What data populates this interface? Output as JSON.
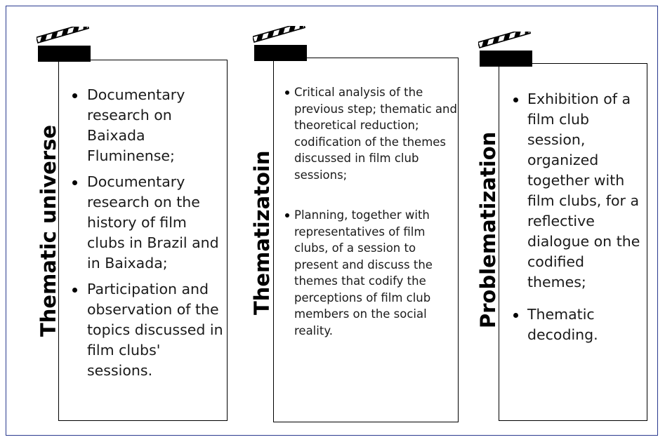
{
  "stages": [
    {
      "title": "Thematic universe",
      "items": [
        "Documentary research on Baixada Fluminense;",
        "Documentary research on the history of film clubs in Brazil and in Baixada;",
        "Participation and observation of the topics discussed in film clubs' sessions."
      ]
    },
    {
      "title": "Thematizatoin",
      "items": [
        "Critical analysis of the previous step; thematic and theoretical reduction; codification of the themes discussed in film club sessions;",
        "Planning, together with representatives of film clubs, of a session to present and discuss the themes that codify the perceptions of film club members on the social reality."
      ]
    },
    {
      "title": "Problematization",
      "items": [
        "Exhibition of a film club session, organized together with film clubs, for a reflective dialogue on the codified themes;",
        "Thematic decoding."
      ]
    }
  ],
  "colors": {
    "frame": "#2a3a8f",
    "ink": "#000000"
  },
  "icons": [
    "clapperboard-icon",
    "clapperboard-icon",
    "clapperboard-icon"
  ]
}
